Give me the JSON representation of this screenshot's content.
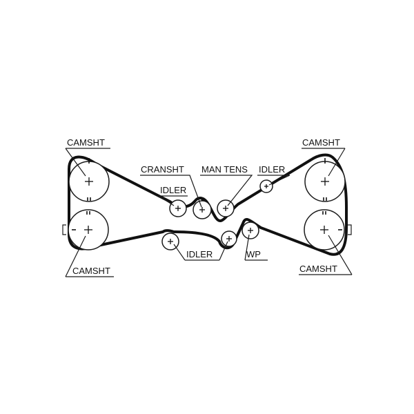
{
  "labels": {
    "camsht_tl": "CAMSHT",
    "camsht_bl": "CAMSHT",
    "camsht_tr": "CAMSHT",
    "camsht_br": "CAMSHT",
    "cransht": "CRANSHT",
    "man_tens": "MAN TENS",
    "idler_upper_left": "IDLER",
    "idler_upper_right": "IDLER",
    "idler_lower": "IDLER",
    "wp": "WP"
  },
  "colors": {
    "line": "#111111",
    "background": "#ffffff"
  }
}
